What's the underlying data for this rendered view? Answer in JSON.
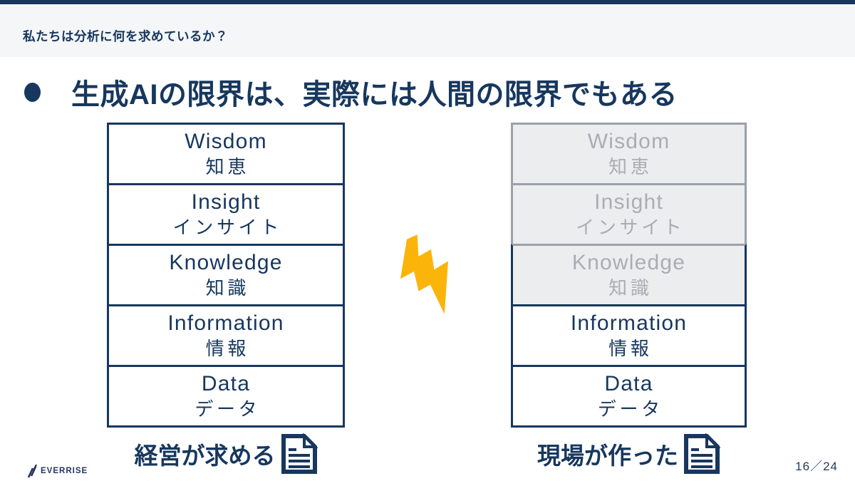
{
  "slide": {
    "kicker": "私たちは分析に何を求めているか？",
    "title": "生成AIの限界は、実際には人間の限界でもある",
    "page_number": "16／24",
    "logo_text": "EVERRISE"
  },
  "left_stack": {
    "caption": "経営が求める",
    "levels": [
      {
        "en": "Wisdom",
        "ja": "知恵",
        "state": "active"
      },
      {
        "en": "Insight",
        "ja": "インサイト",
        "state": "active"
      },
      {
        "en": "Knowledge",
        "ja": "知識",
        "state": "active"
      },
      {
        "en": "Information",
        "ja": "情報",
        "state": "active"
      },
      {
        "en": "Data",
        "ja": "データ",
        "state": "active"
      }
    ]
  },
  "right_stack": {
    "caption": "現場が作った",
    "levels": [
      {
        "en": "Wisdom",
        "ja": "知恵",
        "state": "grayed-out"
      },
      {
        "en": "Insight",
        "ja": "インサイト",
        "state": "grayed-out"
      },
      {
        "en": "Knowledge",
        "ja": "知識",
        "state": "grayed-out-navy-border"
      },
      {
        "en": "Information",
        "ja": "情報",
        "state": "active"
      },
      {
        "en": "Data",
        "ja": "データ",
        "state": "active"
      }
    ]
  },
  "icons": {
    "lightning": "lightning-bolt-icon (yellow zigzag between stacks)",
    "document": "document-icon (navy page with folded corner and text lines)",
    "logo_mark": "everrise-logo-mark (three diagonal slashes)"
  },
  "colors": {
    "navy": "#17375E",
    "bolt_yellow": "#FBB40A",
    "gray_border": "#9AA1A8",
    "gray_fill": "#ECEDEE",
    "gray_text": "#A8AEB3",
    "header_bg": "#F5F6F7",
    "body_bg": "#FFFFFF"
  }
}
